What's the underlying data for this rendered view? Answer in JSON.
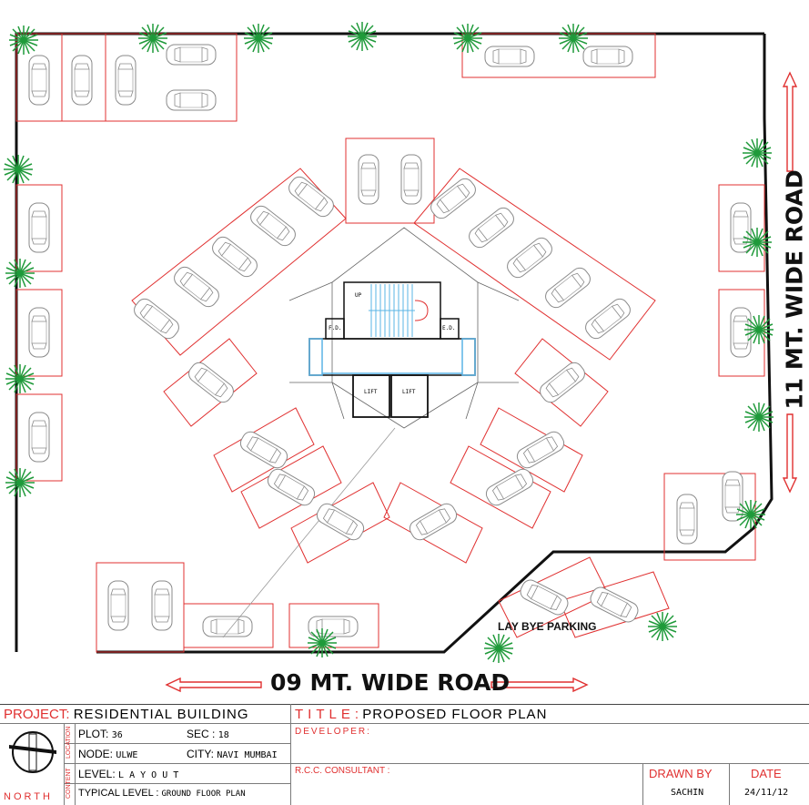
{
  "roads": {
    "bottom": "09 MT. WIDE ROAD",
    "right": "11 MT. WIDE ROAD",
    "layby": "LAY BYE PARKING"
  },
  "rooms": {
    "up": "UP",
    "fd_left": "F.D.",
    "ed_right": "E.D.",
    "lift1": "LIFT",
    "lift2": "LIFT"
  },
  "colors": {
    "line": "#111111",
    "parking_bay": "#e03030",
    "glazing": "#5ab4e6",
    "tree": "#1f9a3a",
    "car": "#8a8a8a"
  },
  "title_block": {
    "project_label": "PROJECT",
    "project_colon": ":",
    "project_value": "RESIDENTIAL BUILDING",
    "title_label": "TITLE",
    "title_colon": ":",
    "title_value": "PROPOSED FLOOR PLAN",
    "plot_label": "PLOT:",
    "plot_value": "36",
    "sec_label": "SEC :",
    "sec_value": "18",
    "node_label": "NODE:",
    "node_value": "ULWE",
    "city_label": "CITY:",
    "city_value": "NAVI MUMBAI",
    "level_label": "LEVEL:",
    "level_value": "L A Y O U T",
    "typical_label": "TYPICAL LEVEL :",
    "typical_value": "GROUND FLOOR PLAN",
    "vertical_location": "LOCATION",
    "vertical_content": "CONTENT",
    "developer": "DEVELOPER:",
    "rcc": "R.C.C. CONSULTANT :",
    "drawn_by_label": "DRAWN BY",
    "drawn_by_value": "SACHIN",
    "date_label": "DATE",
    "date_value": "24/11/12",
    "north": "NORTH"
  }
}
